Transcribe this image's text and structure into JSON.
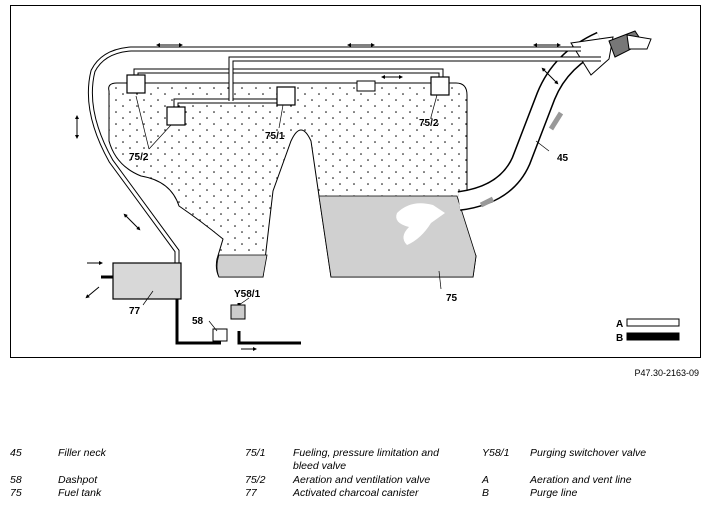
{
  "callouts": {
    "filler_neck": "45",
    "dashpot": "58",
    "fuel_tank": "75",
    "fueling_valve": "75/1",
    "aeration_valve_left": "75/2",
    "aeration_valve_right": "75/2",
    "canister": "77",
    "purge_valve": "Y58/1",
    "line_a": "A",
    "line_b": "B"
  },
  "figure_code": "P47.30-2163-09",
  "legend": {
    "col1": [
      {
        "code": "45",
        "text": "Filler neck"
      },
      {
        "code": "58",
        "text": "Dashpot"
      },
      {
        "code": "75",
        "text": "Fuel tank"
      }
    ],
    "col2": [
      {
        "code": "75/1",
        "text": "Fueling, pressure limitation and",
        "text2": "bleed valve"
      },
      {
        "code": "75/2",
        "text": "Aeration and ventilation valve"
      },
      {
        "code": "77",
        "text": "Activated charcoal canister"
      }
    ],
    "col3": [
      {
        "code": "Y58/1",
        "text": "Purging switchover valve"
      },
      {
        "code": "A",
        "text": "Aeration and vent line"
      },
      {
        "code": "B",
        "text": "Purge line"
      }
    ]
  }
}
